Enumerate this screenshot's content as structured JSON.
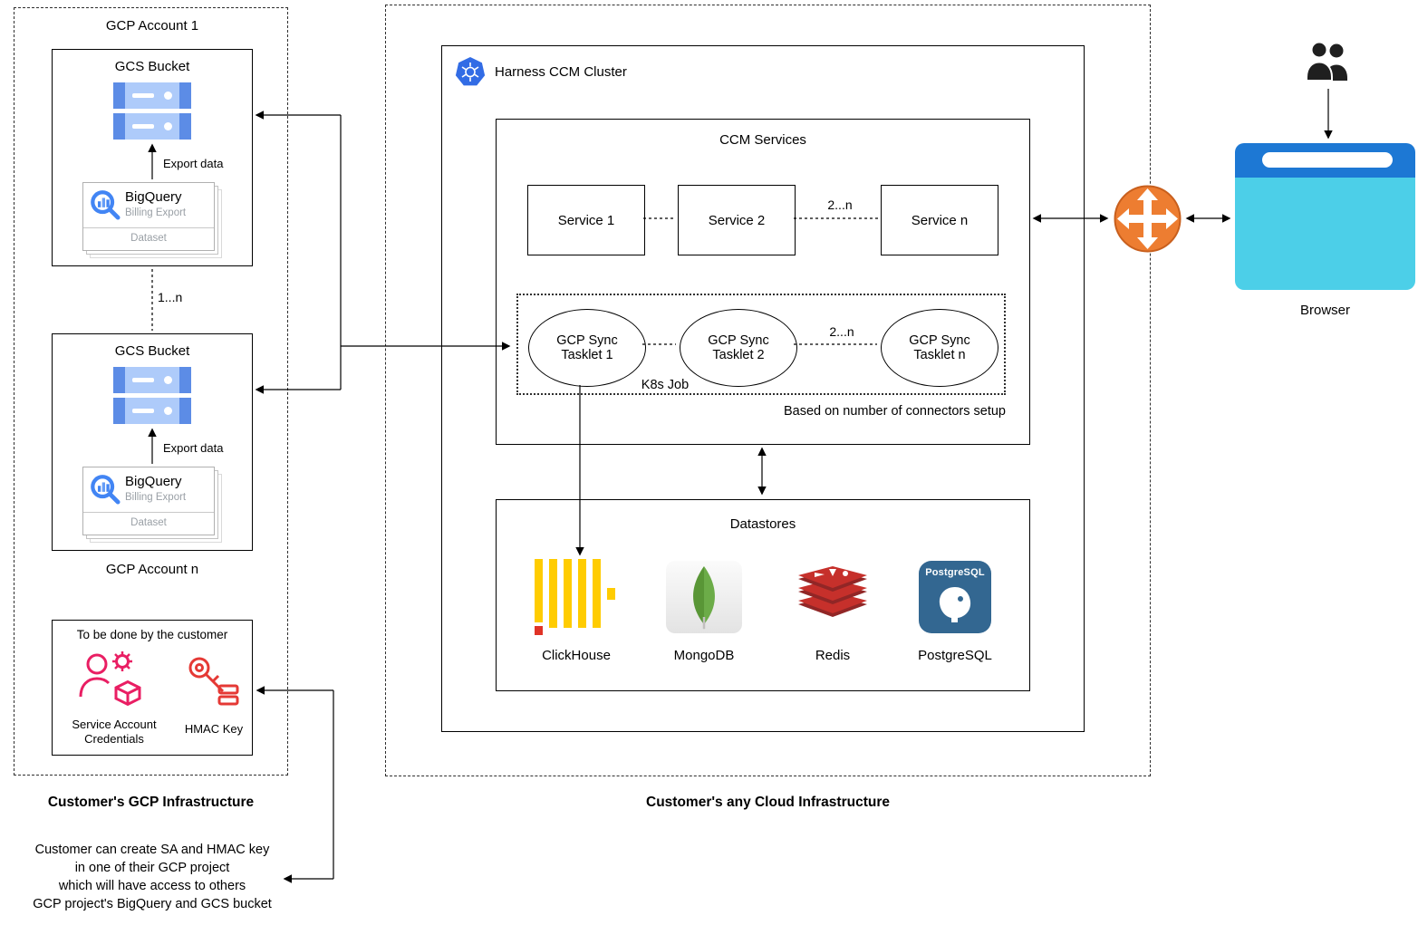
{
  "left_panel": {
    "title": "Customer's GCP Infrastructure",
    "account1_label": "GCP Account 1",
    "account_n_label": "GCP Account n",
    "gcs_bucket_label": "GCS Bucket",
    "export_data_label": "Export data",
    "range_label": "1...n",
    "bigquery_card": {
      "title": "BigQuery",
      "subtitle": "Billing Export",
      "footer": "Dataset"
    },
    "customer_box": {
      "title": "To be done by the customer",
      "service_account_label": "Service Account Credentials",
      "hmac_key_label": "HMAC Key"
    },
    "note_lines": [
      "Customer can create SA and HMAC key",
      "in one of their GCP project",
      "which will have access to others",
      "GCP project's BigQuery and GCS bucket"
    ]
  },
  "cloud_panel": {
    "title": "Customer's any Cloud Infrastructure",
    "cluster_title": "Harness CCM Cluster",
    "ccm_services": {
      "title": "CCM Services",
      "services": [
        "Service 1",
        "Service 2",
        "Service n"
      ],
      "services_range_label": "2...n",
      "tasklets": [
        "GCP Sync Tasklet 1",
        "GCP Sync Tasklet 2",
        "GCP Sync Tasklet n"
      ],
      "tasklets_range_label": "2...n",
      "k8s_job_label": "K8s Job",
      "connectors_note": "Based on number of connectors setup"
    },
    "datastores": {
      "title": "Datastores",
      "items": [
        "ClickHouse",
        "MongoDB",
        "Redis",
        "PostgreSQL"
      ],
      "postgres_icon_text": "PostgreSQL"
    }
  },
  "right_panel": {
    "browser_label": "Browser"
  },
  "colors": {
    "gcp_blue": "#4285f4",
    "k8s_blue": "#326ce5",
    "router_orange": "#ed7d31",
    "clickhouse_yellow": "#ffcc01",
    "redis_red": "#c6302b",
    "mongo_green": "#599636",
    "postgres_blue": "#336791",
    "pink_accent": "#e91e63",
    "key_red": "#e53935"
  }
}
